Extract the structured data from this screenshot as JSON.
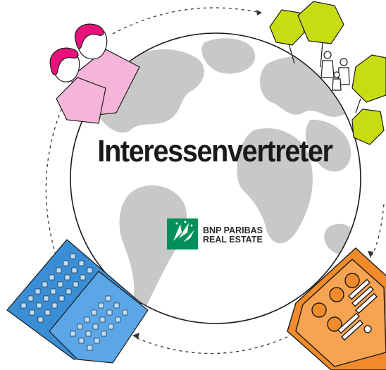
{
  "title": "Interessenvertreter",
  "logo": {
    "brand_line1": "BNP PARIBAS",
    "brand_line2": "REAL ESTATE",
    "icon": "bnp-stars-logo-icon",
    "color": "#00915A"
  },
  "colors": {
    "globe_fill": "#ffffff",
    "continents": "#c8c8c8",
    "outline": "#1a1a1a",
    "people": "#e8127c",
    "people_shirt": "#f5b5d8",
    "trees": "#c8dc14",
    "buildings": "#3a8ed6",
    "device": "#f08a2a"
  },
  "cycle_icons": [
    "people-icon",
    "trees-family-icon",
    "tablet-icon",
    "buildings-icon"
  ]
}
